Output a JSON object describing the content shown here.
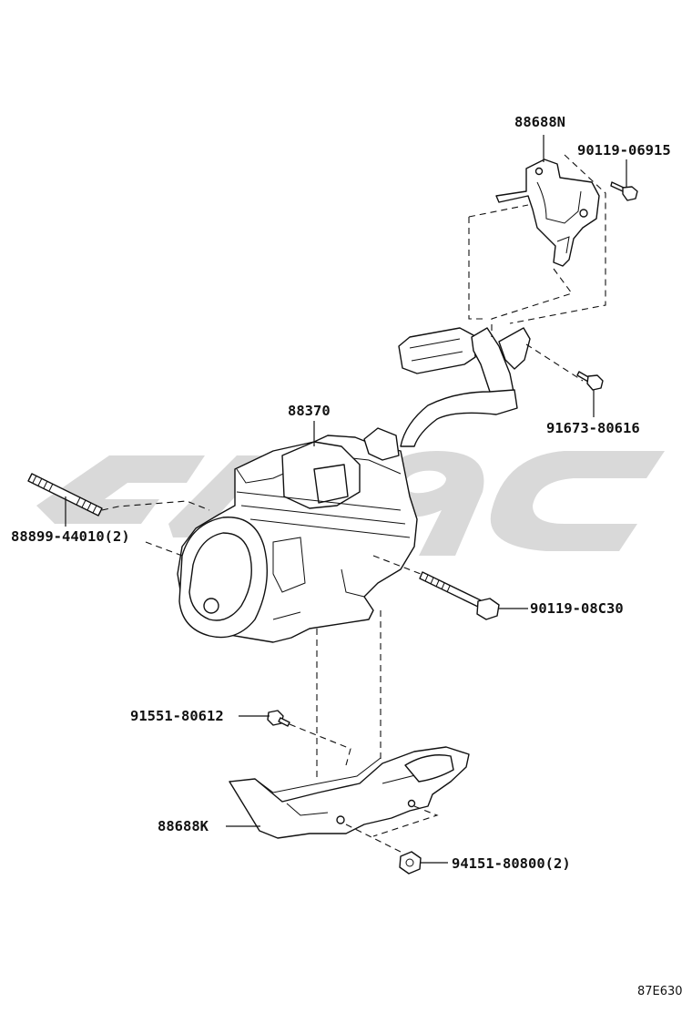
{
  "parts": [
    {
      "id": "bracket_n",
      "number": "88688N"
    },
    {
      "id": "bolt_top",
      "number": "90119-06915"
    },
    {
      "id": "clamp_bolt",
      "number": "91673-80616"
    },
    {
      "id": "compressor",
      "number": "88370"
    },
    {
      "id": "stud",
      "number": "88899-44010(2)"
    },
    {
      "id": "long_bolt",
      "number": "90119-08C30"
    },
    {
      "id": "small_bolt",
      "number": "91551-80612"
    },
    {
      "id": "bracket_k",
      "number": "88688K"
    },
    {
      "id": "nut",
      "number": "94151-80800(2)"
    }
  ],
  "figure_ref": "87E630",
  "colors": {
    "line": "#111111",
    "watermark": "#d9d9d9",
    "background": "#ffffff"
  }
}
